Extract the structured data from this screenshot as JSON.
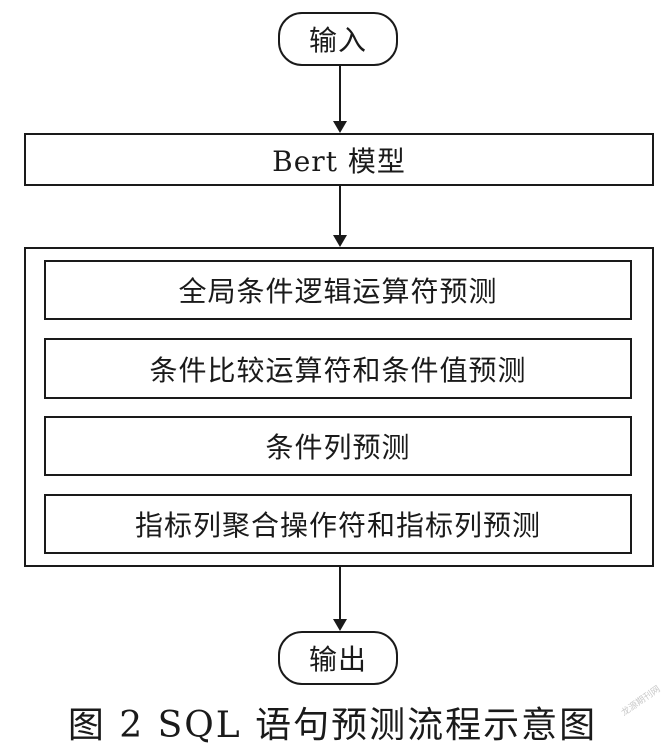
{
  "diagram": {
    "start_label": "输入",
    "model_label": "Bert 模型",
    "steps": [
      "全局条件逻辑运算符预测",
      "条件比较运算符和条件值预测",
      "条件列预测",
      "指标列聚合操作符和指标列预测"
    ],
    "end_label": "输出"
  },
  "caption": "图 2   SQL 语句预测流程示意图",
  "watermark": "龙源期刊网"
}
